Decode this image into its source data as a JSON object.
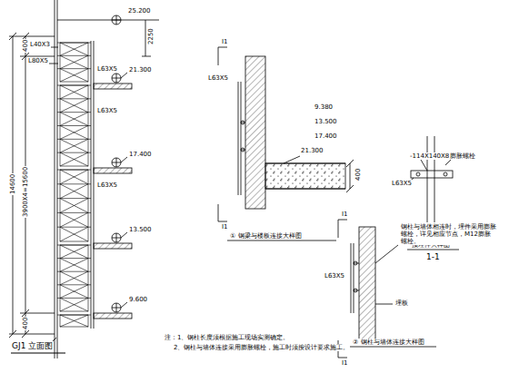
{
  "diagram": {
    "labels": [
      "25.200",
      "2250",
      "L40X3",
      "L80X5",
      "L63X5",
      "21.300",
      "L63X5",
      "17.400",
      "L63X5",
      "13.500",
      "9.600",
      "L63X5",
      "400",
      "400",
      "3900X4=15600",
      "14600",
      "GJ1 立面图",
      "L63X5",
      "21.300",
      "17.400",
      "13.500",
      "9.380",
      "400",
      "I1",
      "I1",
      "① 钢梁与楼板连接大样图",
      "L63X5",
      "-114X140X8",
      "膨胀螺栓",
      "预埋件大样图",
      "1-1",
      "I1",
      "I1",
      "L63X5",
      "钢柱与墙体相连时，埋件采用膨胀螺栓，详见相应节点，M12膨胀螺栓。",
      "埋板",
      "② 钢柱与墙体连接大样图",
      "注：1、钢柱长度须根据施工现场实测确定。",
      "2、钢柱与墙体连接采用膨胀螺栓，施工时须按设计要求施工。"
    ]
  }
}
